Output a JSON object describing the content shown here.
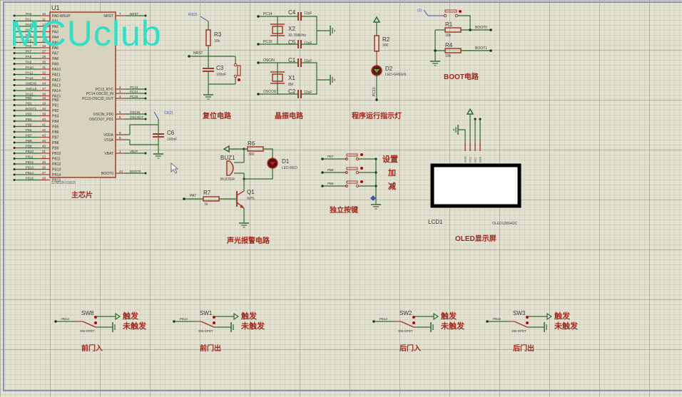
{
  "watermark": "MCUclub",
  "mcu": {
    "ref": "U1",
    "part": "STM32F103C8",
    "caption": "主芯片",
    "left_pins_a": [
      {
        "net": "PA0",
        "num": "10",
        "name": "PA0-WKUP"
      },
      {
        "net": "PA1",
        "num": "11",
        "name": "PA1"
      },
      {
        "net": "PA2",
        "num": "12",
        "name": "PA2"
      },
      {
        "net": "PA3",
        "num": "13",
        "name": "PA3"
      },
      {
        "net": "PA4",
        "num": "14",
        "name": "PA4"
      },
      {
        "net": "PA5",
        "num": "15",
        "name": "PA5"
      },
      {
        "net": "PA6",
        "num": "16",
        "name": "PA6"
      },
      {
        "net": "PA7",
        "num": "17",
        "name": "PA7"
      },
      {
        "net": "PA8",
        "num": "29",
        "name": "PA8"
      },
      {
        "net": "PA9",
        "num": "30",
        "name": "PA9"
      },
      {
        "net": "PA10",
        "num": "31",
        "name": "PA10"
      },
      {
        "net": "PA11",
        "num": "32",
        "name": "PA11"
      },
      {
        "net": "PA12",
        "num": "33",
        "name": "PA12"
      },
      {
        "net": "SWDIO",
        "num": "34",
        "name": "PA13"
      },
      {
        "net": "SWCLK",
        "num": "37",
        "name": "PA14"
      },
      {
        "net": "PA15",
        "num": "38",
        "name": "PA15"
      }
    ],
    "left_pins_b": [
      {
        "net": "PB0",
        "num": "18",
        "name": "PB0"
      },
      {
        "net": "PB1",
        "num": "19",
        "name": "PB1"
      },
      {
        "net": "BOOT1",
        "num": "20",
        "name": "PB2"
      },
      {
        "net": "PB3",
        "num": "39",
        "name": "PB3"
      },
      {
        "net": "PB4",
        "num": "40",
        "name": "PB4"
      },
      {
        "net": "PB5",
        "num": "41",
        "name": "PB5"
      },
      {
        "net": "PB6",
        "num": "42",
        "name": "PB6"
      },
      {
        "net": "PB7",
        "num": "43",
        "name": "PB7"
      },
      {
        "net": "PB8",
        "num": "45",
        "name": "PB8"
      },
      {
        "net": "PB9",
        "num": "46",
        "name": "PB9"
      },
      {
        "net": "PB10",
        "num": "21",
        "name": "PB10"
      },
      {
        "net": "PB11",
        "num": "22",
        "name": "PB11"
      },
      {
        "net": "PB12",
        "num": "25",
        "name": "PB12"
      },
      {
        "net": "PB13",
        "num": "26",
        "name": "PB13"
      },
      {
        "net": "PB14",
        "num": "27",
        "name": "PB14"
      },
      {
        "net": "PB15",
        "num": "28",
        "name": "PB15"
      }
    ],
    "right_pins": [
      {
        "net": "NRST",
        "num": "7",
        "name": "NRST"
      },
      {
        "net": "PC13",
        "num": "2",
        "name": "PC13_RTC"
      },
      {
        "net": "PC14",
        "num": "3",
        "name": "PC14-OSC32_IN"
      },
      {
        "net": "PC15",
        "num": "4",
        "name": "PC15-OSC32_OUT"
      },
      {
        "net": "OSCIN",
        "num": "5",
        "name": "OSCIN_PD0"
      },
      {
        "net": "OSCOUT",
        "num": "6",
        "name": "OSCOUT_PD1"
      },
      {
        "net": "",
        "num": "9",
        "name": "VDDA"
      },
      {
        "net": "",
        "num": "8",
        "name": "VSSA"
      },
      {
        "net": "VBAT",
        "num": "1",
        "name": "VBAT"
      },
      {
        "net": "BOOT0",
        "num": "44",
        "name": "BOOT0"
      }
    ],
    "c6": {
      "ref": "C6",
      "value": "100nF",
      "power": "C6(2)"
    }
  },
  "reset": {
    "caption": "复位电路",
    "power_label": "R3(2)",
    "r3": {
      "ref": "R3",
      "value": "10k"
    },
    "c3": {
      "ref": "C3",
      "value": "100nF"
    },
    "net": "NRST"
  },
  "crystal": {
    "caption": "晶振电路",
    "x2": {
      "ref": "X2",
      "value": "32.768KHz"
    },
    "x1": {
      "ref": "X1",
      "value": "8M"
    },
    "c4": {
      "ref": "C4",
      "value": "12pF"
    },
    "c5": {
      "ref": "C5",
      "value": "12pF"
    },
    "c1": {
      "ref": "C1",
      "value": "12pF"
    },
    "c2": {
      "ref": "C2",
      "value": "12pF"
    },
    "nets": [
      "PC14",
      "PC15",
      "OSCIN",
      "OSCOUT"
    ]
  },
  "run_led": {
    "caption": "程序运行指示灯",
    "r2": {
      "ref": "R2",
      "value": "300"
    },
    "d2": {
      "ref": "D2",
      "value": "LED-GREEN"
    },
    "net": "PC13"
  },
  "boot": {
    "caption": "BOOT电路",
    "power_label": "(1)",
    "r1": {
      "ref": "R1",
      "value": "10k"
    },
    "r4": {
      "ref": "R4",
      "value": "10k"
    },
    "nets": [
      "BOOT0",
      "BOOT1"
    ]
  },
  "oled": {
    "caption": "OLED显示屏",
    "ref": "LCD1",
    "part": "OLED12864I2C",
    "pins": [
      "GND",
      "VCC",
      "SCL",
      "SDA"
    ]
  },
  "alarm": {
    "caption": "声光报警电路",
    "buz": {
      "ref": "BUZ1",
      "value": "BUZZER"
    },
    "r6": {
      "ref": "R6",
      "value": "300"
    },
    "d1": {
      "ref": "D1",
      "value": "LED-RED"
    },
    "r7": {
      "ref": "R7",
      "value": "1k"
    },
    "q1": {
      "ref": "Q1",
      "value": "NPN"
    },
    "net": "PA7"
  },
  "keys": {
    "caption": "独立按键",
    "buttons": [
      {
        "net": "PB7",
        "label": "设置"
      },
      {
        "net": "PB8",
        "label": "加"
      },
      {
        "net": "PB9",
        "label": "减"
      }
    ]
  },
  "switches": [
    {
      "ref": "SW8",
      "net": "PB12",
      "part": "SW-SPDT",
      "on": "触发",
      "off": "未触发",
      "caption": "前门入"
    },
    {
      "ref": "SW1",
      "net": "PB14",
      "part": "SW-SPDT",
      "on": "触发",
      "off": "未触发",
      "caption": "前门出"
    },
    {
      "ref": "SW2",
      "net": "PB13",
      "part": "SW-SPDT",
      "on": "触发",
      "off": "未触发",
      "caption": "后门入"
    },
    {
      "ref": "SW3",
      "net": "PB15",
      "part": "SW-SPDT",
      "on": "触发",
      "off": "未触发",
      "caption": "后门出"
    }
  ],
  "colors": {
    "wire": "#2f6b2f",
    "component": "#a23a2a",
    "caption": "#a0281c",
    "label": "#333333",
    "watermark": "#2de0c8",
    "probe": "#4050c0"
  }
}
